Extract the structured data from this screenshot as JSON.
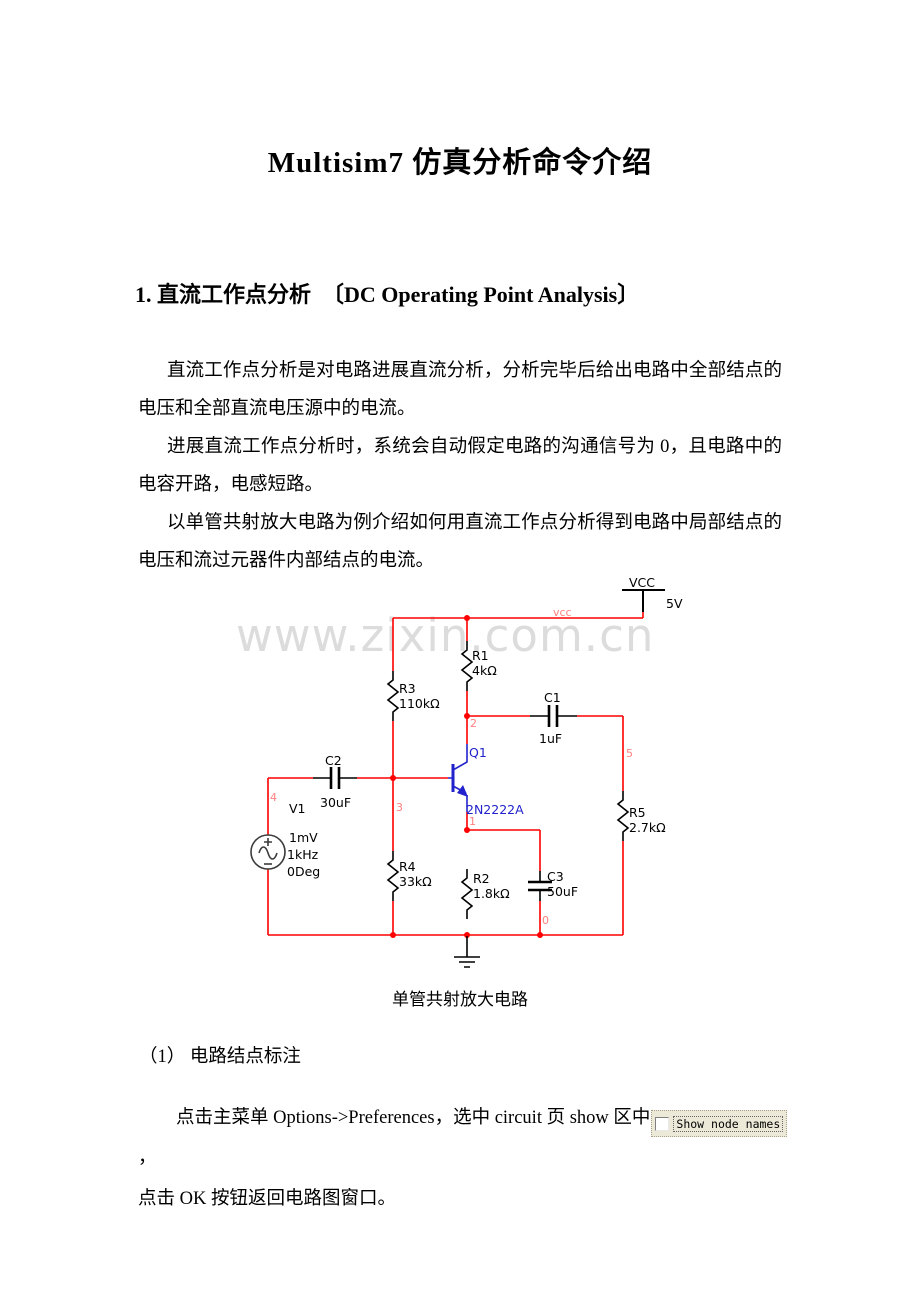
{
  "page": {
    "title": "Multisim7 仿真分析命令介绍",
    "heading": "1. 直流工作点分析　〔DC Operating Point Analysis〕",
    "paragraphs": [
      "直流工作点分析是对电路进展直流分析，分析完毕后给出电路中全部结点的电压和全部直流电压源中的电流。",
      "进展直流工作点分析时，系统会自动假定电路的沟通信号为 0，且电路中的电容开路，电感短路。",
      "以单管共射放大电路为例介绍如何用直流工作点分析得到电路中局部结点的电压和流过元器件内部结点的电流。"
    ],
    "caption": "单管共射放大电路",
    "subsection": "（1） 电路结点标注",
    "instruction": {
      "line1_before": "点击主菜单 Options->Preferences，选中 circuit 页 show 区中",
      "checkbox_label": "Show node names",
      "line1_after": "，",
      "line2": "点击 OK 按钮返回电路图窗口。"
    }
  },
  "watermark": "www.zixin.com.cn",
  "circuit": {
    "power_net": "VCC",
    "power_value": "5V",
    "wire_label": "vcc",
    "r1": {
      "ref": "R1",
      "value": "4kΩ"
    },
    "r2": {
      "ref": "R2",
      "value": "1.8kΩ"
    },
    "r3": {
      "ref": "R3",
      "value": "110kΩ"
    },
    "r4": {
      "ref": "R4",
      "value": "33kΩ"
    },
    "r5": {
      "ref": "R5",
      "value": "2.7kΩ"
    },
    "c1": {
      "ref": "C1",
      "value": "1uF"
    },
    "c2": {
      "ref": "C2",
      "value": "30uF"
    },
    "c3": {
      "ref": "C3",
      "value": "50uF"
    },
    "q1": {
      "ref": "Q1",
      "model": "2N2222A"
    },
    "v1": {
      "ref": "V1",
      "amplitude": "1mV",
      "frequency": "1kHz",
      "phase": "0Deg"
    },
    "nodes": {
      "n0": "0",
      "n1": "1",
      "n2": "2",
      "n3": "3",
      "n4": "4",
      "n5": "5"
    },
    "colors": {
      "wire": "#ff0000",
      "component": "#000000",
      "transistor": "#2222cc",
      "node_label": "#ff8080",
      "watermark": "#dcdcdc",
      "snippet_bg": "#ece9d8"
    }
  }
}
